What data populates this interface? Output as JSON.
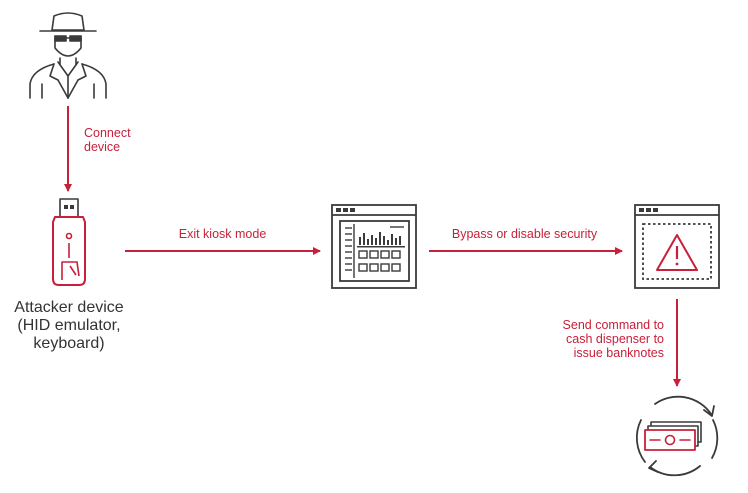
{
  "colors": {
    "accent": "#c8203a",
    "icon": "#3a3a3a"
  },
  "icons": {
    "attacker": "hacker-icon",
    "device": "usb-device-icon",
    "kiosk": "kiosk-window-icon",
    "security": "security-warning-window-icon",
    "cash": "cash-dispense-icon"
  },
  "labels": {
    "connect": [
      "Connect",
      "device"
    ],
    "exit_kiosk": "Exit kiosk mode",
    "bypass": "Bypass or disable security",
    "send_command": [
      "Send command to",
      "cash dispenser to",
      "issue banknotes"
    ],
    "attacker_device": [
      "Attacker device",
      "(HID emulator,",
      "keyboard)"
    ]
  }
}
